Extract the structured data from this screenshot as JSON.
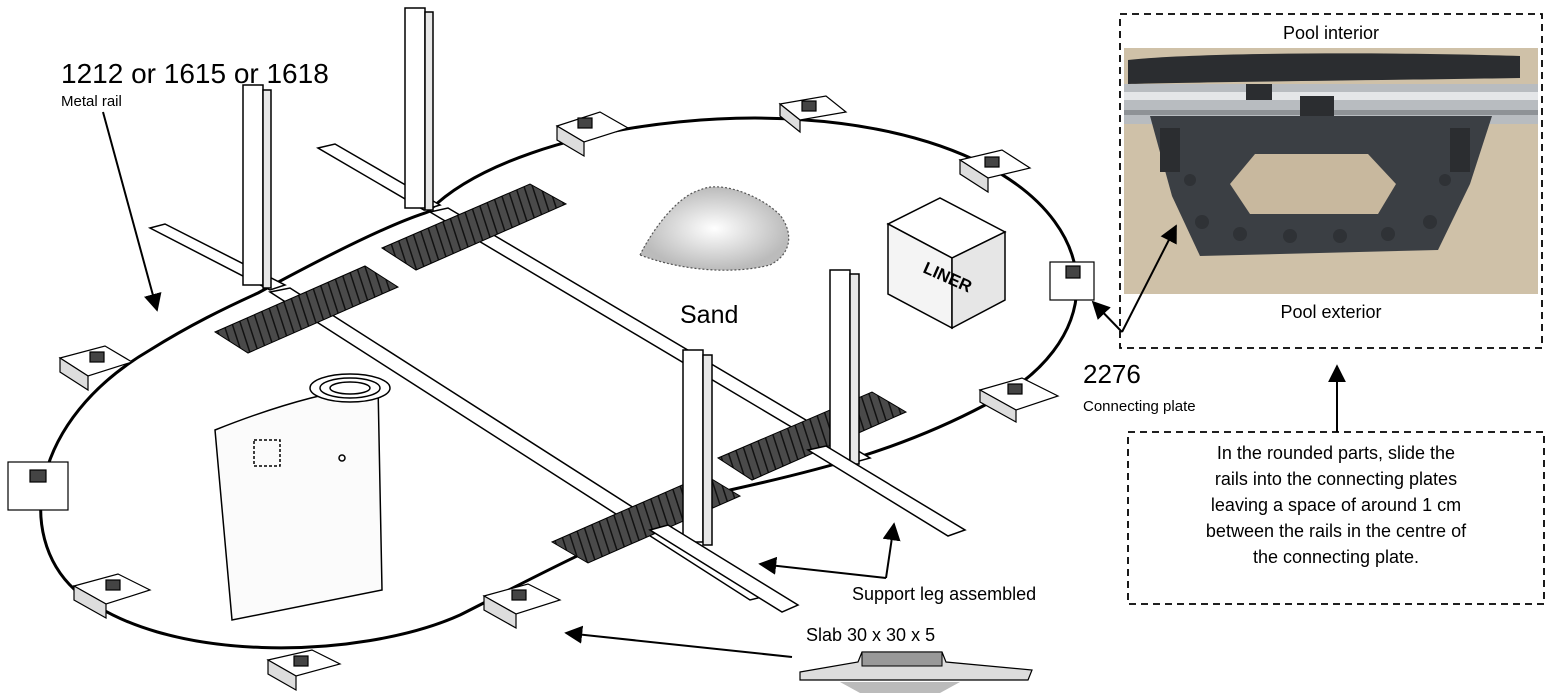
{
  "labels": {
    "rail_code": "1212 or 1615 or 1618",
    "rail_name": "Metal rail",
    "sand": "Sand",
    "liner_box": "LINER",
    "plate_code": "2276",
    "plate_name": "Connecting plate",
    "pool_interior": "Pool interior",
    "pool_exterior": "Pool exterior",
    "support_leg": "Support leg assembled",
    "slab": "Slab 30 x 30 x 5"
  },
  "note": {
    "line1": "In the rounded parts, slide the",
    "line2": "rails into the connecting plates",
    "line3": "leaving a space of around 1 cm",
    "line4": "between the rails in the centre of",
    "line5": "the connecting plate."
  },
  "colors": {
    "line": "#000000",
    "photo_background": "#c8b89e",
    "plate_dark": "#3b3f44",
    "rail_metal": "#b8bcc0"
  }
}
